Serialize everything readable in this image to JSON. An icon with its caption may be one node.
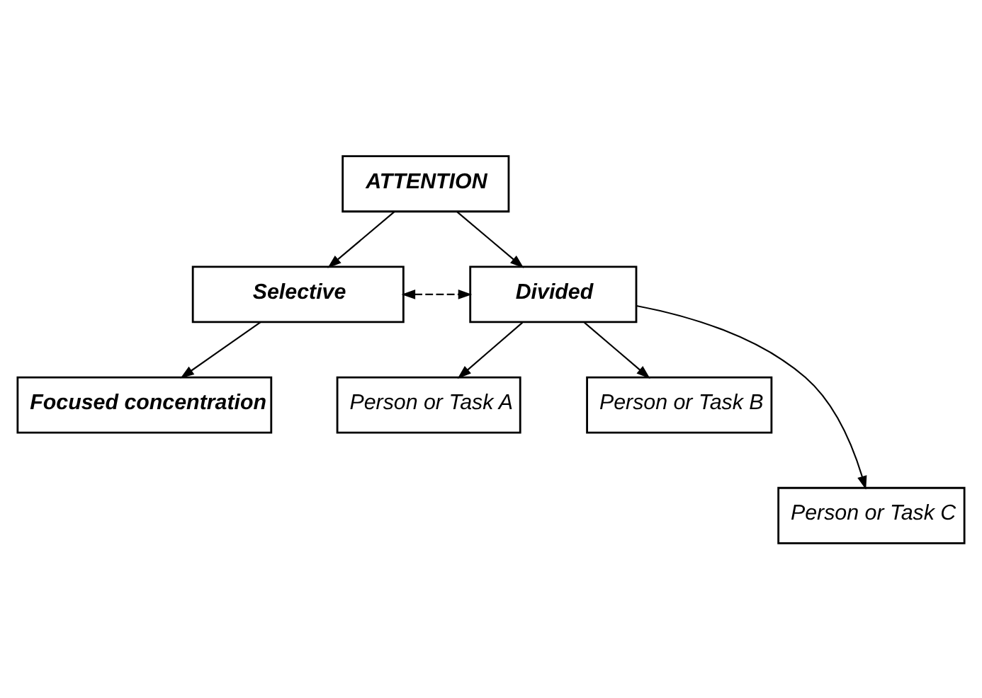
{
  "diagram": {
    "nodes": [
      {
        "text": [
          "ATTENTION"
        ]
      },
      {
        "text": [
          "Selective"
        ]
      },
      {
        "text": [
          "Divided"
        ]
      },
      {
        "text": [
          "Focused concentration"
        ]
      },
      {
        "text": [
          "Person or Task A"
        ]
      },
      {
        "text": [
          "Person or Task B"
        ]
      },
      {
        "text": [
          "Person or Task C"
        ]
      }
    ],
    "edges": [
      {
        "from": 0,
        "to": 1,
        "arrow": "to"
      },
      {
        "from": 0,
        "to": 2,
        "arrow": "to"
      },
      {
        "from": 1,
        "to": 2,
        "arrow": "both",
        "style": "dashed"
      },
      {
        "from": 1,
        "to": 3,
        "arrow": "to"
      },
      {
        "from": 2,
        "to": 4,
        "arrow": "to"
      },
      {
        "from": 2,
        "to": 5,
        "arrow": "to"
      },
      {
        "from": 2,
        "to": 6,
        "arrow": "to"
      }
    ]
  }
}
